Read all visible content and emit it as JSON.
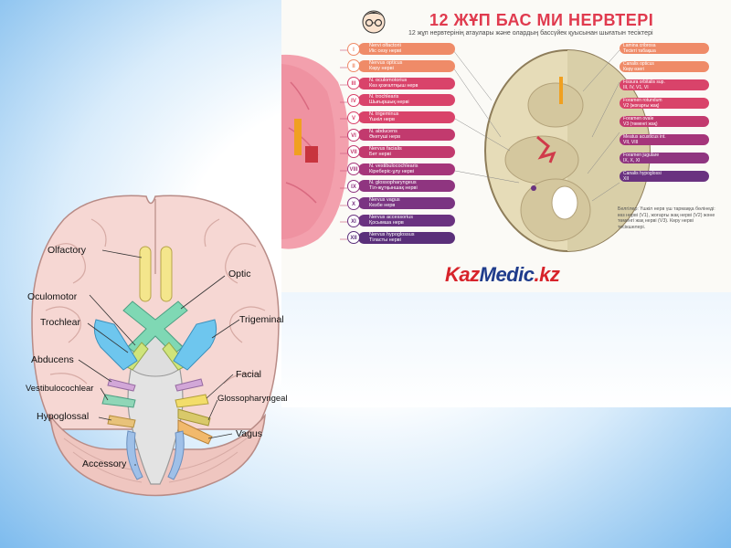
{
  "slide": {
    "background_color": "#7dbbee"
  },
  "poster": {
    "title": "12 ЖҰП БАС МИ НЕРВТЕРІ",
    "subtitle": "12 жұп нервтерінің атаулары және олардың бассүйек қуысынан шығатын тесіктері",
    "watermark": {
      "part1": "Kaz",
      "part2": "Medic",
      "part3": ".kz"
    },
    "left_list": [
      {
        "num": "I",
        "lines": [
          "Nervi olfactorii",
          "Иіс сезу нерві"
        ],
        "color": "#ef8b68"
      },
      {
        "num": "II",
        "lines": [
          "Nervus opticus",
          "Көру нерві"
        ],
        "color": "#ef8b68"
      },
      {
        "num": "III",
        "lines": [
          "N. oculomotorius",
          "Көз қозғалтқыш нерв"
        ],
        "color": "#d9436a"
      },
      {
        "num": "IV",
        "lines": [
          "N. trochlearis",
          "Шығыршық нерві"
        ],
        "color": "#d9436a"
      },
      {
        "num": "V",
        "lines": [
          "N. trigeminus",
          "Үшкіл нерв"
        ],
        "color": "#d9436a"
      },
      {
        "num": "VI",
        "lines": [
          "N. abducens",
          "Әкетуші нерв"
        ],
        "color": "#c23a6e"
      },
      {
        "num": "VII",
        "lines": [
          "Nervus facialis",
          "Бет нерві"
        ],
        "color": "#c23a6e"
      },
      {
        "num": "VIII",
        "lines": [
          "N. vestibulocochlearis",
          "Кіреберіс-ұлу нерві"
        ],
        "color": "#a5357a"
      },
      {
        "num": "IX",
        "lines": [
          "N. glossopharyngeus",
          "Тіл-жұтқыншақ нерві"
        ],
        "color": "#8f3580"
      },
      {
        "num": "X",
        "lines": [
          "Nervus vagus",
          "Кезбе нерв"
        ],
        "color": "#7a3482"
      },
      {
        "num": "XI",
        "lines": [
          "Nervus accessorius",
          "Қосымша нерв"
        ],
        "color": "#6a3280"
      },
      {
        "num": "XII",
        "lines": [
          "Nervus hypoglossus",
          "Тіласты нерві"
        ],
        "color": "#5a2f7a"
      }
    ],
    "right_list": [
      {
        "lines": [
          "Lamina cribrosa",
          "Тесікті табақша"
        ],
        "color": "#ef8b68"
      },
      {
        "lines": [
          "Canalis opticus",
          "Көру өзегі"
        ],
        "color": "#ef8b68"
      },
      {
        "lines": [
          "Fissura orbitalis sup.",
          "III, IV, V1, VI"
        ],
        "color": "#d9436a"
      },
      {
        "lines": [
          "Foramen rotundum",
          "V2 (жоғарғы жақ)"
        ],
        "color": "#d9436a"
      },
      {
        "lines": [
          "Foramen ovale",
          "V3 (төменгі жақ)"
        ],
        "color": "#c23a6e"
      },
      {
        "lines": [
          "Meatus acusticus int.",
          "VII, VIII"
        ],
        "color": "#a5357a"
      },
      {
        "lines": [
          "Foramen jugulare",
          "IX, X, XI"
        ],
        "color": "#8f3580"
      },
      {
        "lines": [
          "Canalis hypoglossi",
          "XII"
        ],
        "color": "#6a3280"
      }
    ],
    "legend_note": "Белгілер: Үшкіл нерв үш тармаққа бөлінеді: көз нерві (V1), жоғарғы жақ нерві (V2) және төменгі жақ нерві (V3). Көру нерві тесікшелері."
  },
  "brain_diagram": {
    "labels": {
      "olfactory": "Olfactory",
      "optic": "Optic",
      "oculomotor": "Oculomotor",
      "trochlear": "Trochlear",
      "trigeminal": "Trigeminal",
      "abducens": "Abducens",
      "facial": "Facial",
      "vestibulocochlear": "Vestibulocochlear",
      "glossopharyngeal": "Glossopharyngeal",
      "hypoglossal": "Hypoglossal",
      "vagus": "Vagus",
      "accessory": "Accessory"
    },
    "colors": {
      "olfactory": "#f4e68c",
      "optic": "#7fd8b4",
      "oculomotor": "#cfe47a",
      "trigeminal": "#6ec6ee",
      "abducens": "#d2a7d8",
      "facial": "#f3dd6a",
      "vestibulocochlear": "#8fd6b7",
      "glossopharyngeal": "#d9c96a",
      "vagus": "#f1b96c",
      "hypoglossal": "#e8c27a",
      "accessory": "#9fc0e8",
      "brain": "#f6d7d3",
      "cerebellum": "#efc6c0"
    }
  }
}
